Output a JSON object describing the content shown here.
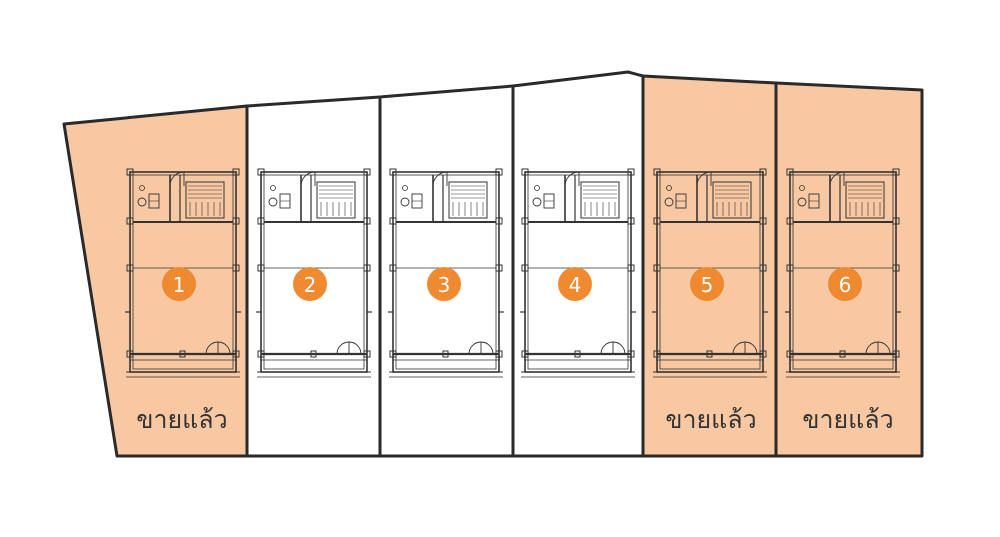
{
  "colors": {
    "sold_fill": "#f7c8a2",
    "available_fill": "#ffffff",
    "badge": "#ef8a30",
    "outline": "#2a2a2a"
  },
  "units": [
    {
      "number": "1",
      "status": "sold",
      "sold_label": "ขายแล้ว"
    },
    {
      "number": "2",
      "status": "available",
      "sold_label": ""
    },
    {
      "number": "3",
      "status": "available",
      "sold_label": ""
    },
    {
      "number": "4",
      "status": "available",
      "sold_label": ""
    },
    {
      "number": "5",
      "status": "sold",
      "sold_label": "ขายแล้ว"
    },
    {
      "number": "6",
      "status": "sold",
      "sold_label": "ขายแล้ว"
    }
  ]
}
